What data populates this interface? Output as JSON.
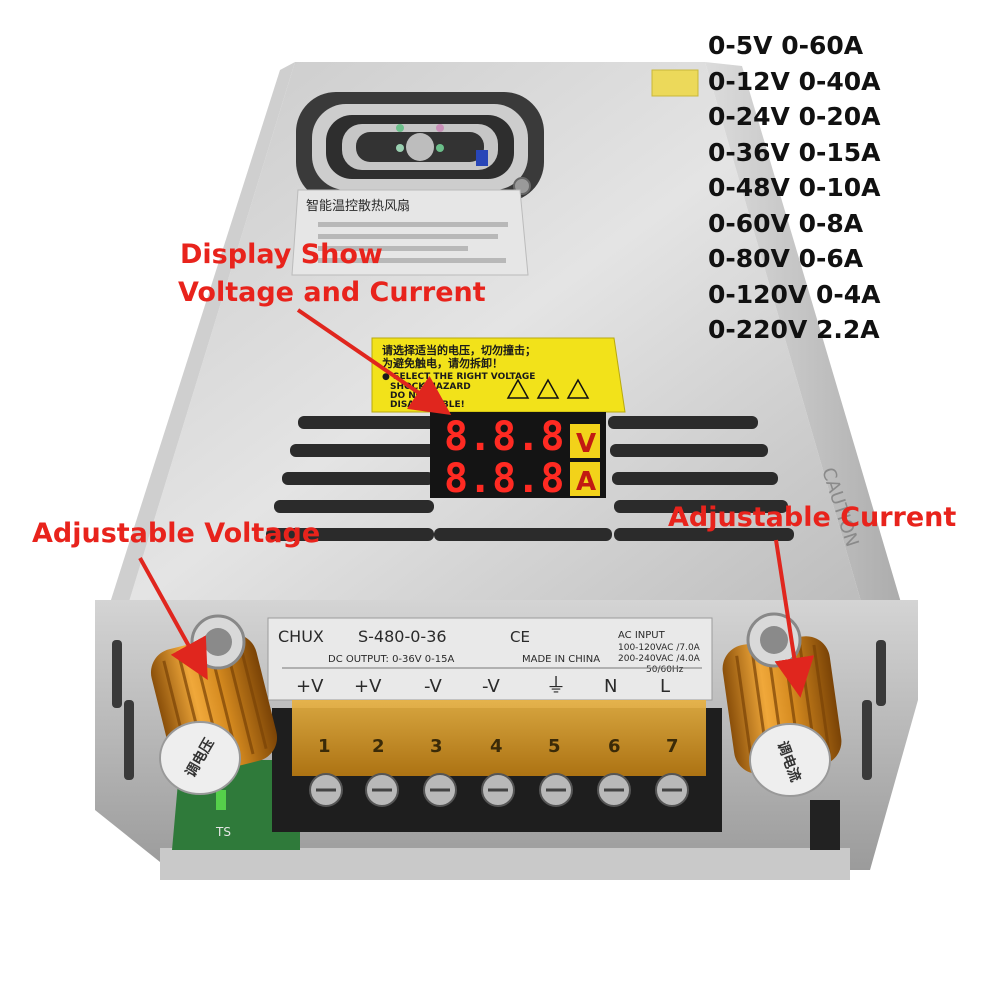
{
  "specs": [
    "0-5V 0-60A",
    "0-12V 0-40A",
    "0-24V 0-20A",
    "0-36V 0-15A",
    "0-48V 0-10A",
    "0-60V 0-8A",
    "0-80V 0-6A",
    "0-120V 0-4A",
    "0-220V 2.2A"
  ],
  "annotations": {
    "display_line1": "Display Show",
    "display_line2": "Voltage and Current",
    "adjustable_voltage": "Adjustable Voltage",
    "adjustable_current": "Adjustable Current"
  },
  "display": {
    "voltage_digits": "8.8.8.",
    "current_digits": "8.8.8.",
    "voltage_unit": "V",
    "current_unit": "A"
  },
  "warning_label": {
    "line1": "请选择适当的电压，切勿撞击；",
    "line2": "为避免触电，请勿拆卸！",
    "line3": "● SELECT THE RIGHT VOLTAGE",
    "line4": "SHOCK HAZARD",
    "line5": "DO NOT",
    "line6": "DISASSEMBLE!"
  },
  "fan_label": {
    "title": "智能温控散热风扇"
  },
  "nameplate": {
    "brand": "CHUX",
    "model": "S-480-0-36",
    "ce": "CE",
    "dc_output": "DC OUTPUT:  0-36V  0-15A",
    "made_in": "MADE IN CHINA",
    "ac_input": "AC  INPUT",
    "ac_line1": "100-120VAC /7.0A",
    "ac_line2": "200-240VAC /4.0A",
    "ac_line3": "50/60Hz",
    "terminals": [
      "+V",
      "+V",
      "-V",
      "-V",
      "⏚",
      "N",
      "L"
    ],
    "numbers": [
      "1",
      "2",
      "3",
      "4",
      "5",
      "6",
      "7"
    ]
  },
  "side_text": "CAUTION",
  "pcb_text": "TS",
  "knob_labels": {
    "voltage": "调电压",
    "current": "调电流"
  },
  "colors": {
    "annotation_red": "#e8231c",
    "arrow_red": "#e0261e",
    "knob_gold": "#d58a1f",
    "warning_yellow": "#f2e21a",
    "display_red": "#ff2a22"
  }
}
